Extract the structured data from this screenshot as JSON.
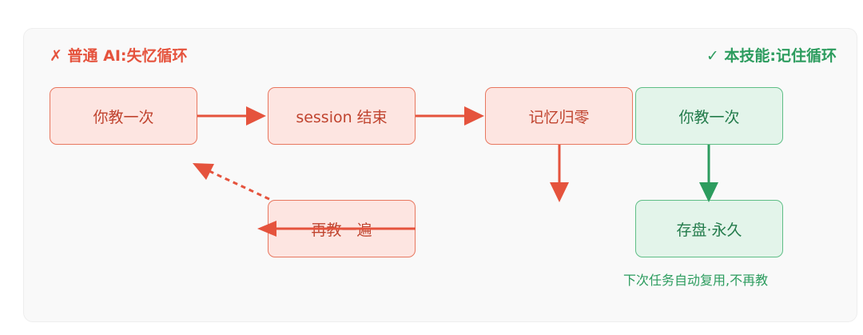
{
  "colors": {
    "fail_red": "#e5533d",
    "fail_fill": "#fde5e1",
    "success_green": "#2c9c5e",
    "success_fill": "#e3f4ea",
    "panel_bg": "#f9f9f9"
  },
  "left_flow": {
    "title": "✗ 普通 AI:失忆循环",
    "nodes": {
      "teach_once": "你教一次",
      "session_end": "session 结束",
      "memory_zero": "记忆归零",
      "teach_again": "再教一遍"
    }
  },
  "right_flow": {
    "title": "✓ 本技能:记住循环",
    "nodes": {
      "teach_once": "你教一次",
      "save_forever": "存盘·永久"
    },
    "caption": "下次任务自动复用,不再教"
  }
}
